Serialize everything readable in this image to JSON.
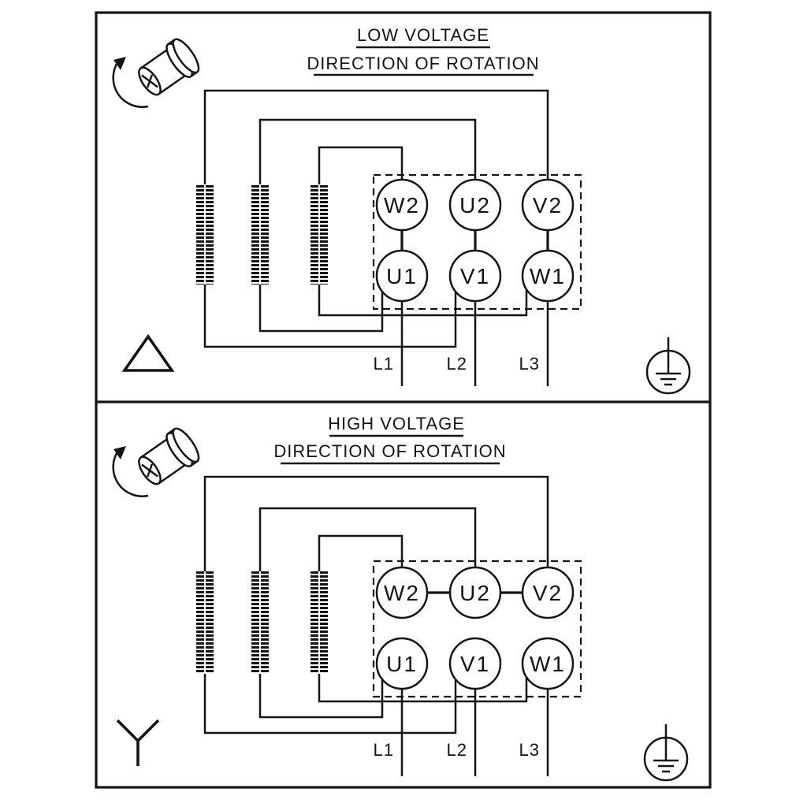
{
  "background": "#ffffff",
  "ink": "#141414",
  "panels": [
    {
      "name": "low-voltage",
      "title": "LOW VOLTAGE",
      "subtitle": "DIRECTION OF ROTATION",
      "connection": "delta",
      "terminals_top": [
        "W2",
        "U2",
        "V2"
      ],
      "terminals_bottom": [
        "U1",
        "V1",
        "W1"
      ],
      "supply_lines": [
        "L1",
        "L2",
        "L3"
      ],
      "icons": [
        "rotation-direction-shaft-icon",
        "delta-symbol-icon",
        "earth-ground-icon"
      ]
    },
    {
      "name": "high-voltage",
      "title": "HIGH VOLTAGE",
      "subtitle": "DIRECTION OF ROTATION",
      "connection": "star",
      "terminals_top": [
        "W2",
        "U2",
        "V2"
      ],
      "terminals_bottom": [
        "U1",
        "V1",
        "W1"
      ],
      "supply_lines": [
        "L1",
        "L2",
        "L3"
      ],
      "icons": [
        "rotation-direction-shaft-icon",
        "star-symbol-icon",
        "earth-ground-icon"
      ]
    }
  ]
}
